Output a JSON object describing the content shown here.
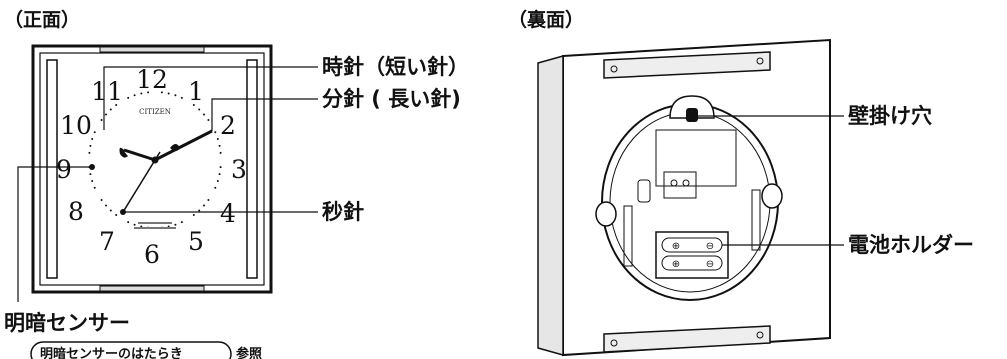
{
  "front_heading": "（正面）",
  "back_heading": "（裏面）",
  "callouts": {
    "hour_hand": "時針（短い針）",
    "minute_hand": "分針 ( 長い針)",
    "second_hand": "秒針",
    "light_sensor": "明暗センサー",
    "hanging_hole": "壁掛け穴",
    "battery_holder": "電池ホルダー"
  },
  "reference": {
    "box_text": "明暗センサーのはたらき",
    "suffix": "参照"
  },
  "dial": {
    "brand": "CITIZEN",
    "numerals": [
      "12",
      "1",
      "2",
      "3",
      "4",
      "5",
      "6",
      "7",
      "8",
      "9",
      "10",
      "11"
    ]
  }
}
